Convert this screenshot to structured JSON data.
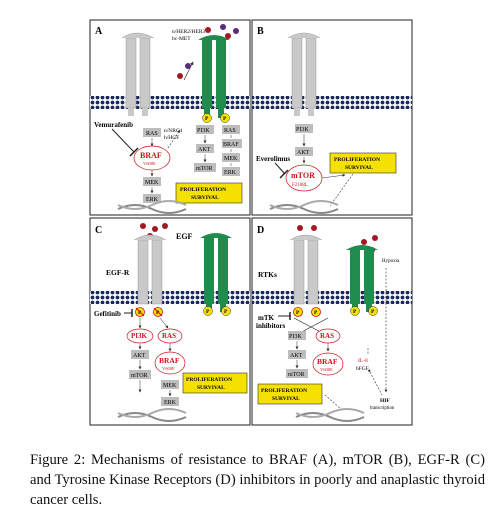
{
  "panels": {
    "a": {
      "letter": "A",
      "ligand_label": [
        "n/HER2/HER3",
        "bc-MET"
      ],
      "drug": "Vemurafenib",
      "nrg_label": [
        "n/NRG1",
        "h/HGF"
      ],
      "left_col": [
        "RAS",
        "MEK",
        "ERK"
      ],
      "braf": [
        "BRAF",
        "V600E"
      ],
      "right_col1": [
        "PI3K",
        "AKT",
        "mTOR"
      ],
      "right_col2": [
        "RAS",
        "BRAF",
        "MEK",
        "ERK"
      ],
      "outcome": [
        "PROLIFERATION",
        "SURVIVAL"
      ],
      "p": "P"
    },
    "b": {
      "letter": "B",
      "drug": "Everolimus",
      "col": [
        "PI3K",
        "AKT"
      ],
      "mtor": [
        "mTOR",
        "F2108L"
      ],
      "outcome": [
        "PROLIFERATION",
        "SURVIVAL"
      ]
    },
    "c": {
      "letter": "C",
      "ligand": "EGF",
      "receptor": "EGF-R",
      "drug": "Gefitinib",
      "pi3k": "PI3K",
      "ras": "RAS",
      "left_col": [
        "AKT",
        "mTOR"
      ],
      "braf": [
        "BRAF",
        "V600E"
      ],
      "mek": "MEK",
      "erk": "ERK",
      "outcome": [
        "PROLIFERATION",
        "SURVIVAL"
      ],
      "p": "P"
    },
    "d": {
      "letter": "D",
      "receptor": "RTKs",
      "hypoxia": "Hypoxia",
      "drug": [
        "mTK",
        "inhibitors"
      ],
      "left_col": [
        "PI3K",
        "AKT",
        "mTOR"
      ],
      "ras": "RAS",
      "braf": [
        "BRAF",
        "V600E"
      ],
      "factors": [
        "IL-8",
        "bFGF"
      ],
      "hif": [
        "HIF",
        "transcription"
      ],
      "outcome": [
        "PROLIFERATION",
        "SURVIVAL"
      ],
      "p": "P"
    }
  },
  "caption": {
    "figure_label": "Figure 2:",
    "text": "Mechanisms of resistance to BRAF (A), mTOR (B), EGF-R (C) and Tyrosine Kinase Receptors (D) inhibitors in poorly and anaplastic thyroid cancer cells."
  },
  "colors": {
    "receptor_gray": "#c9c9c9",
    "receptor_green": "#1f8b4c",
    "membrane": "#1a2a5c",
    "ligand_red": "#a11a22",
    "ligand_purple": "#5a2b7a",
    "box_gray": "#bdbdbd",
    "outcome_yellow": "#f5e100",
    "mutant_red": "#d0121b"
  }
}
